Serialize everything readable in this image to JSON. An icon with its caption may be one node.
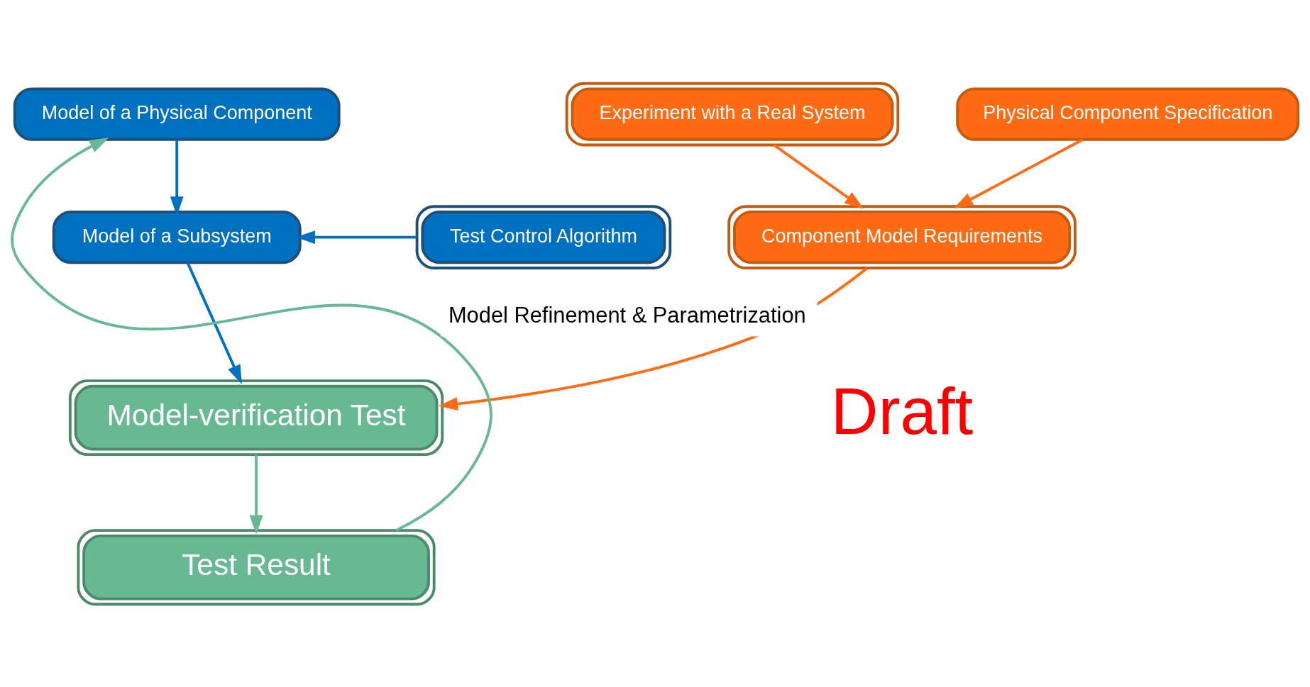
{
  "diagram": {
    "nodes": [
      {
        "text": [
          "Model of a Physical Component"
        ]
      },
      {
        "text": [
          "Test Control Algorithm"
        ]
      },
      {
        "text": [
          "Model of a Subsystem"
        ]
      },
      {
        "text": [
          "Experiment with a Real System"
        ]
      },
      {
        "text": [
          "Physical Component Specification"
        ]
      },
      {
        "text": [
          "Component Model Requirements"
        ]
      },
      {
        "text": [
          "Model-verification Test"
        ]
      },
      {
        "text": [
          "Test Result"
        ]
      }
    ],
    "edges": [
      {
        "from": 0,
        "to": 2,
        "arrow": "to",
        "color": "#0070c0"
      },
      {
        "from": 1,
        "to": 2,
        "arrow": "to",
        "color": "#0070c0"
      },
      {
        "from": 2,
        "to": 6,
        "arrow": "to",
        "color": "#0070c0"
      },
      {
        "from": 3,
        "to": 5,
        "arrow": "to",
        "color": "#ff6a13"
      },
      {
        "from": 4,
        "to": 5,
        "arrow": "to",
        "color": "#ff6a13"
      },
      {
        "from": 5,
        "to": 6,
        "arrow": "to",
        "color": "#ff6a13"
      },
      {
        "from": 6,
        "to": 7,
        "arrow": "to",
        "color": "#66b992"
      },
      {
        "from": 7,
        "to": 0,
        "arrow": "to",
        "label": "Model Refinement & Parametrization",
        "color": "#66b992"
      }
    ],
    "labels": [
      "Draft"
    ]
  }
}
